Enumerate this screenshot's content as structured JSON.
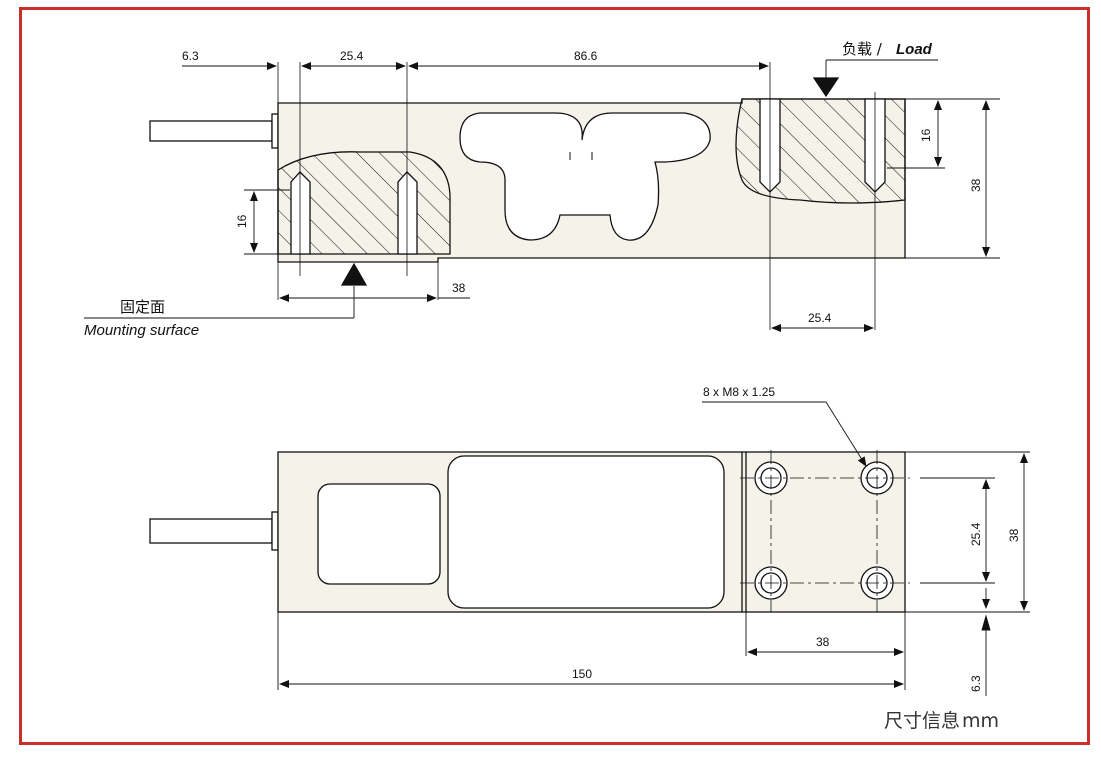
{
  "colors": {
    "frame": "#c8302c",
    "body": "#f5f2ea",
    "line": "#111111"
  },
  "dims": {
    "top_offset": "6.3",
    "top_spacing_left": "25.4",
    "top_center_span": "86.6",
    "left_hole_depth": "16",
    "right_hole_depth": "16",
    "height_right": "38",
    "bottom_span_left": "38",
    "bottom_spacing_right": "25.4",
    "plan_spacing_vertical": "25.4",
    "plan_height": "38",
    "plan_hole_span": "38",
    "plan_length": "150",
    "plan_offset": "6.3",
    "thread_callout": "8 x M8 x 1.25"
  },
  "labels": {
    "load_cn": "负载 /",
    "load_en": "Load",
    "mount_cn": "固定面",
    "mount_en": "Mounting surface",
    "caption_cn": "尺寸信息",
    "caption_unit": "mm"
  }
}
